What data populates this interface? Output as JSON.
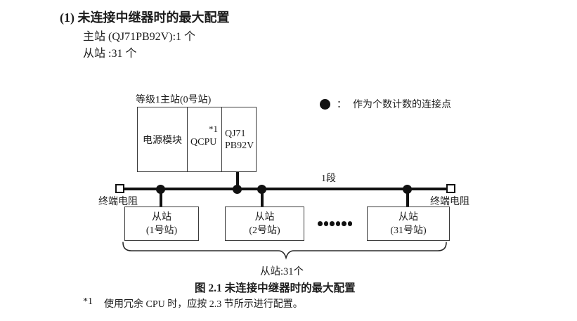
{
  "page": {
    "heading": "(1) 未连接中继器时的最大配置",
    "spec_lines": {
      "master": "主站 (QJ71PB92V):1 个",
      "slave": "从站 :31 个"
    },
    "caption": "图 2.1 未连接中继器时的最大配置",
    "footnote": {
      "marker": "*1",
      "text": "使用冗余 CPU 时，应按 2.3 节所示进行配置。"
    }
  },
  "diagram": {
    "master_label": "等级1主站(0号站)",
    "master_cells": {
      "power": "电源模块",
      "cpu": "QCPU",
      "cpu_note": "*1",
      "module_line1": "QJ71",
      "module_line2": "PB92V"
    },
    "legend": {
      "icon": "filled-circle",
      "separator": "：",
      "text": "作为个数计数的连接点"
    },
    "segment_label": "1段",
    "terminator_left_label": "终端电阻",
    "terminator_right_label": "终端电阻",
    "slaves": [
      {
        "line1": "从站",
        "line2": "(1号站)"
      },
      {
        "line1": "从站",
        "line2": "(2号站)"
      },
      {
        "line1": "从站",
        "line2": "(31号站)"
      }
    ],
    "brace_label": "从站:31个"
  },
  "colors": {
    "ink": "#1c1c1c",
    "line": "#111111",
    "box_border": "#3a3a3a",
    "background": "#ffffff"
  }
}
